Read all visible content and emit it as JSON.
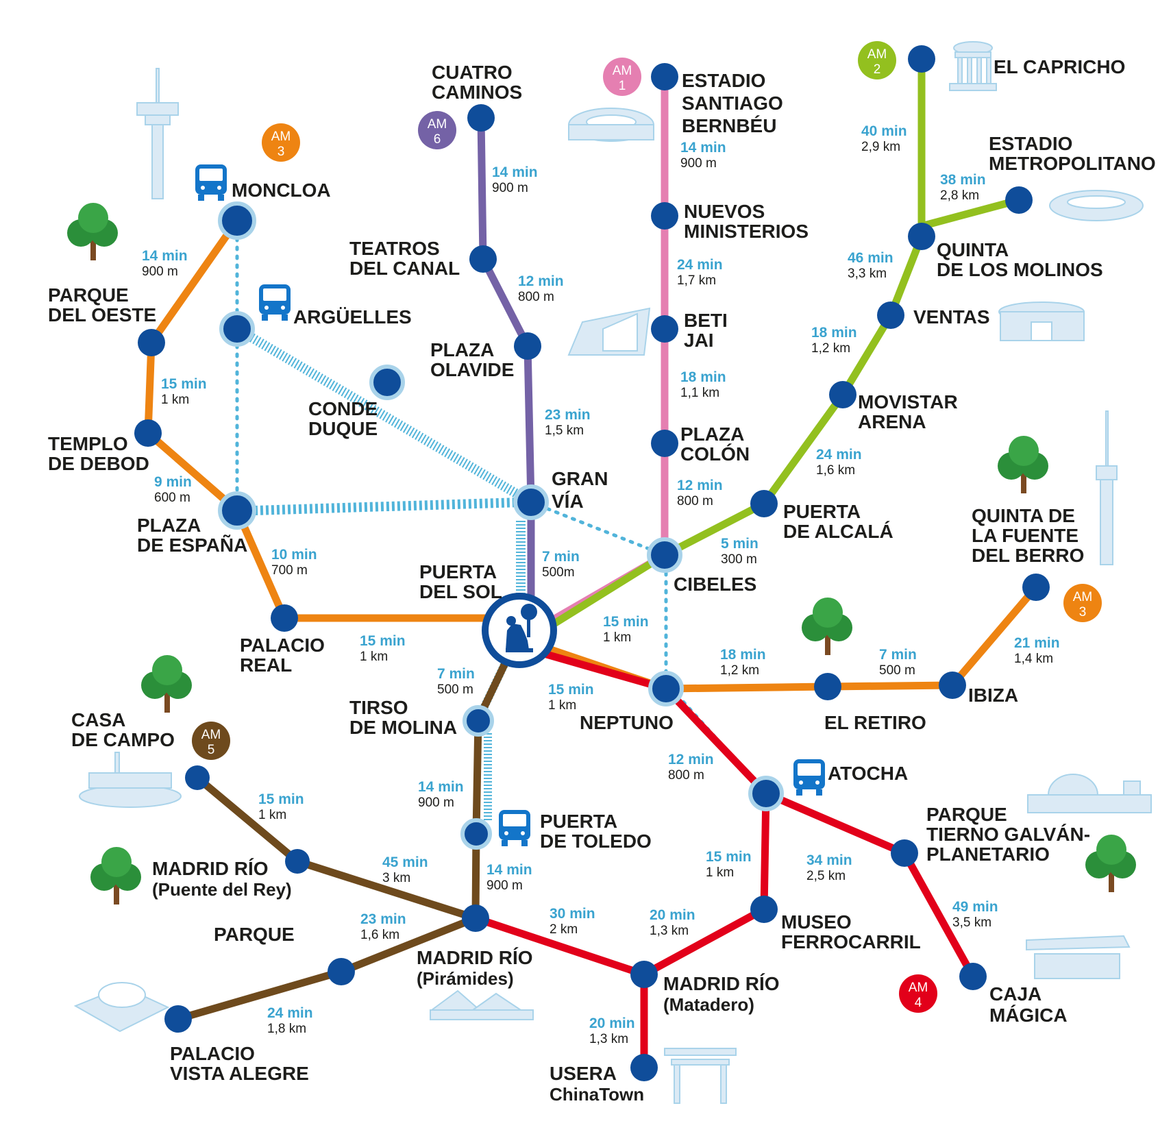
{
  "colors": {
    "am1": "#e57fb1",
    "am2": "#93c01f",
    "am3": "#ee8412",
    "am4": "#e2001a",
    "am5": "#6e4a1d",
    "am6": "#7462a6",
    "walk": "#51b4da",
    "station": "#0f4d9a",
    "pale": "#a9d3ea"
  },
  "badges": [
    {
      "id": "am1",
      "line1": "AM",
      "line2": "1"
    },
    {
      "id": "am2",
      "line1": "AM",
      "line2": "2"
    },
    {
      "id": "am3a",
      "line1": "AM",
      "line2": "3"
    },
    {
      "id": "am3b",
      "line1": "AM",
      "line2": "3"
    },
    {
      "id": "am4",
      "line1": "AM",
      "line2": "4"
    },
    {
      "id": "am5",
      "line1": "AM",
      "line2": "5"
    },
    {
      "id": "am6",
      "line1": "AM",
      "line2": "6"
    }
  ],
  "stations": {
    "moncloa": {
      "lines": [
        "MONCLOA"
      ]
    },
    "arguelles": {
      "lines": [
        "ARGÜELLES"
      ]
    },
    "parque_oeste": {
      "lines": [
        "PARQUE",
        "DEL OESTE"
      ]
    },
    "templo_debod": {
      "lines": [
        "TEMPLO",
        "DE DEBOD"
      ]
    },
    "plaza_espana": {
      "lines": [
        "PLAZA",
        "DE ESPAÑA"
      ]
    },
    "palacio_real": {
      "lines": [
        "PALACIO",
        "REAL"
      ]
    },
    "conde_duque": {
      "lines": [
        "CONDE",
        "DUQUE"
      ]
    },
    "cuatro_caminos": {
      "lines": [
        "CUATRO",
        "CAMINOS"
      ]
    },
    "teatros_canal": {
      "lines": [
        "TEATROS",
        "DEL CANAL"
      ]
    },
    "plaza_olavide": {
      "lines": [
        "PLAZA",
        "OLAVIDE"
      ]
    },
    "gran_via": {
      "lines": [
        "GRAN",
        "VÍA"
      ]
    },
    "puerta_sol": {
      "lines": [
        "PUERTA",
        "DEL SOL"
      ]
    },
    "estadio_bernabeu": {
      "lines": [
        "ESTADIO",
        "SANTIAGO",
        "BERNBÉU"
      ]
    },
    "nuevos_ministerios": {
      "lines": [
        "NUEVOS",
        "MINISTERIOS"
      ]
    },
    "beti_jai": {
      "lines": [
        "BETI",
        "JAI"
      ]
    },
    "plaza_colon": {
      "lines": [
        "PLAZA",
        "COLÓN"
      ]
    },
    "cibeles": {
      "lines": [
        "CIBELES"
      ]
    },
    "el_capricho": {
      "lines": [
        "EL CAPRICHO"
      ]
    },
    "estadio_metropolitano": {
      "lines": [
        "ESTADIO",
        "METROPOLITANO"
      ]
    },
    "quinta_molinos": {
      "lines": [
        "QUINTA",
        "DE LOS MOLINOS"
      ]
    },
    "ventas": {
      "lines": [
        "VENTAS"
      ]
    },
    "movistar_arena": {
      "lines": [
        "MOVISTAR",
        "ARENA"
      ]
    },
    "puerta_alcala": {
      "lines": [
        "PUERTA",
        "DE ALCALÁ"
      ]
    },
    "quinta_fuente_berro": {
      "lines": [
        "QUINTA DE",
        "LA FUENTE",
        "DEL BERRO"
      ]
    },
    "ibiza": {
      "lines": [
        "IBIZA"
      ]
    },
    "el_retiro": {
      "lines": [
        "EL RETIRO"
      ]
    },
    "neptuno": {
      "lines": [
        "NEPTUNO"
      ]
    },
    "atocha": {
      "lines": [
        "ATOCHA"
      ]
    },
    "tirso_molina": {
      "lines": [
        "TIRSO",
        "DE MOLINA"
      ]
    },
    "puerta_toledo": {
      "lines": [
        "PUERTA",
        "DE TOLEDO"
      ]
    },
    "casa_campo": {
      "lines": [
        "CASA",
        "DE CAMPO"
      ]
    },
    "madrid_rio_puente": {
      "lines": [
        "MADRID RÍO",
        "(Puente del Rey)"
      ]
    },
    "parque": {
      "lines": [
        "PARQUE"
      ]
    },
    "madrid_rio_piramides": {
      "lines": [
        "MADRID RÍO",
        "(Pirámides)"
      ]
    },
    "palacio_vista_alegre": {
      "lines": [
        "PALACIO",
        "VISTA ALEGRE"
      ]
    },
    "madrid_rio_matadero": {
      "lines": [
        "MADRID RÍO",
        "(Matadero)"
      ]
    },
    "usera": {
      "lines": [
        "USERA",
        "ChinaTown"
      ]
    },
    "museo_ferrocarril": {
      "lines": [
        "MUSEO",
        "FERROCARRIL"
      ]
    },
    "parque_tierno": {
      "lines": [
        "PARQUE",
        "TIERNO GALVÁN-",
        "PLANETARIO"
      ]
    },
    "caja_magica": {
      "lines": [
        "CAJA",
        "MÁGICA"
      ]
    }
  },
  "segments": [
    {
      "id": "s1",
      "time": "14 min",
      "dist": "900 m"
    },
    {
      "id": "s2",
      "time": "15 min",
      "dist": "1 km"
    },
    {
      "id": "s3",
      "time": "9 min",
      "dist": "600 m"
    },
    {
      "id": "s4",
      "time": "10 min",
      "dist": "700 m"
    },
    {
      "id": "s5",
      "time": "15 min",
      "dist": "1 km"
    },
    {
      "id": "s6",
      "time": "14 min",
      "dist": "900 m"
    },
    {
      "id": "s7",
      "time": "12 min",
      "dist": "800 m"
    },
    {
      "id": "s8",
      "time": "23 min",
      "dist": "1,5 km"
    },
    {
      "id": "s9",
      "time": "7 min",
      "dist": "500m"
    },
    {
      "id": "s10",
      "time": "14 min",
      "dist": "900 m"
    },
    {
      "id": "s11",
      "time": "24 min",
      "dist": "1,7 km"
    },
    {
      "id": "s12",
      "time": "18 min",
      "dist": "1,1 km"
    },
    {
      "id": "s13",
      "time": "12 min",
      "dist": "800 m"
    },
    {
      "id": "s14",
      "time": "40 min",
      "dist": "2,9 km"
    },
    {
      "id": "s15",
      "time": "38 min",
      "dist": "2,8 km"
    },
    {
      "id": "s16",
      "time": "46 min",
      "dist": "3,3 km"
    },
    {
      "id": "s17",
      "time": "18 min",
      "dist": "1,2 km"
    },
    {
      "id": "s18",
      "time": "24 min",
      "dist": "1,6 km"
    },
    {
      "id": "s19",
      "time": "5 min",
      "dist": "300 m"
    },
    {
      "id": "s20",
      "time": "15 min",
      "dist": "1 km"
    },
    {
      "id": "s21",
      "time": "15 min",
      "dist": "1 km"
    },
    {
      "id": "s22",
      "time": "18 min",
      "dist": "1,2 km"
    },
    {
      "id": "s23",
      "time": "7 min",
      "dist": "500 m"
    },
    {
      "id": "s24",
      "time": "21 min",
      "dist": "1,4 km"
    },
    {
      "id": "s25",
      "time": "12 min",
      "dist": "800 m"
    },
    {
      "id": "s26",
      "time": "7 min",
      "dist": "500 m"
    },
    {
      "id": "s27",
      "time": "14 min",
      "dist": "900 m"
    },
    {
      "id": "s28",
      "time": "14 min",
      "dist": "900 m"
    },
    {
      "id": "s29",
      "time": "15 min",
      "dist": "1 km"
    },
    {
      "id": "s30",
      "time": "45 min",
      "dist": "3 km"
    },
    {
      "id": "s31",
      "time": "23 min",
      "dist": "1,6 km"
    },
    {
      "id": "s32",
      "time": "24 min",
      "dist": "1,8 km"
    },
    {
      "id": "s33",
      "time": "30 min",
      "dist": "2 km"
    },
    {
      "id": "s34",
      "time": "20 min",
      "dist": "1,3 km"
    },
    {
      "id": "s35",
      "time": "20 min",
      "dist": "1,3 km"
    },
    {
      "id": "s36",
      "time": "15 min",
      "dist": "1 km"
    },
    {
      "id": "s37",
      "time": "34 min",
      "dist": "2,5 km"
    },
    {
      "id": "s38",
      "time": "49 min",
      "dist": "3,5 km"
    }
  ]
}
